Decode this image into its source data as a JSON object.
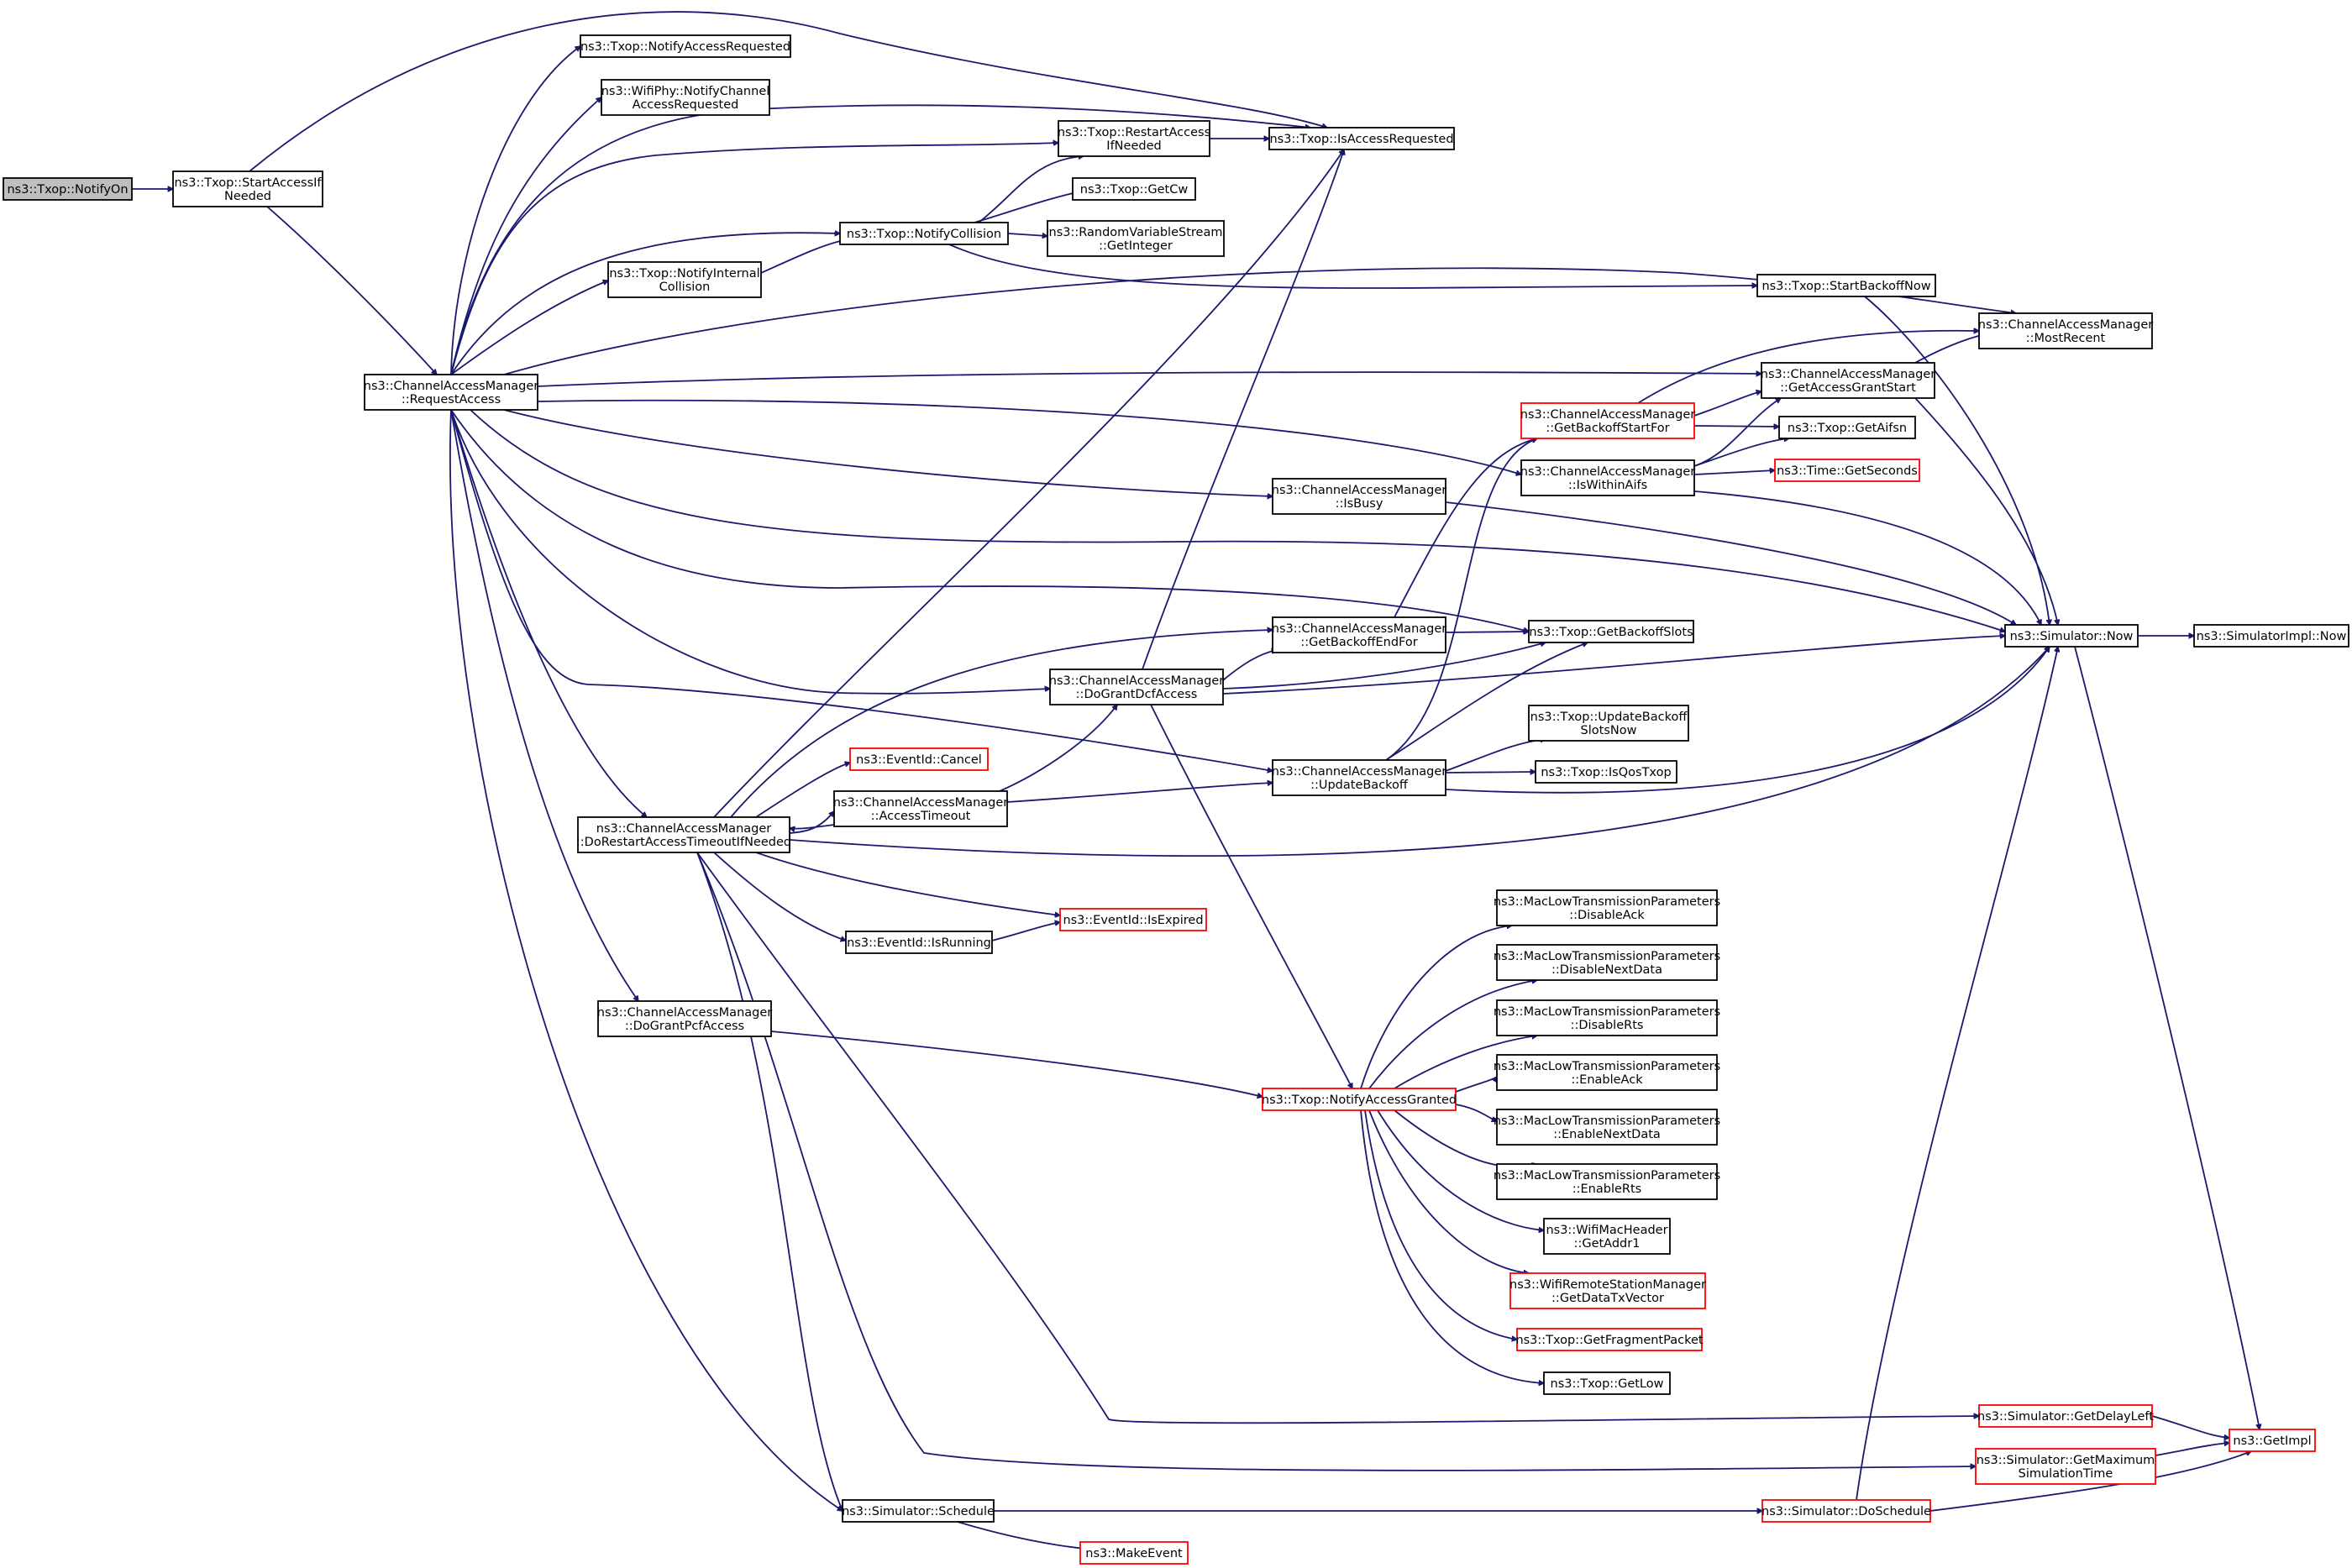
{
  "graph": {
    "edge_color": "#191970",
    "node_border": "#000000",
    "truncated_border": "#ff0000",
    "root_fill": "#bfbfbf",
    "nodes": [
      {
        "id": "notifyOn",
        "lines": [
          "ns3::Txop::NotifyOn"
        ],
        "style": "root"
      },
      {
        "id": "startAccessIfNeeded",
        "lines": [
          "ns3::Txop::StartAccessIf",
          "Needed"
        ],
        "style": "normal"
      },
      {
        "id": "requestAccess",
        "lines": [
          "ns3::ChannelAccessManager",
          "::RequestAccess"
        ],
        "style": "normal"
      },
      {
        "id": "notifyAccessRequested",
        "lines": [
          "ns3::Txop::NotifyAccessRequested"
        ],
        "style": "normal"
      },
      {
        "id": "wifiPhyNotify",
        "lines": [
          "ns3::WifiPhy::NotifyChannel",
          "AccessRequested"
        ],
        "style": "normal"
      },
      {
        "id": "restartAccessIfNeeded",
        "lines": [
          "ns3::Txop::RestartAccess",
          "IfNeeded"
        ],
        "style": "normal"
      },
      {
        "id": "isAccessRequested",
        "lines": [
          "ns3::Txop::IsAccessRequested"
        ],
        "style": "normal"
      },
      {
        "id": "getCw",
        "lines": [
          "ns3::Txop::GetCw"
        ],
        "style": "normal"
      },
      {
        "id": "notifyCollision",
        "lines": [
          "ns3::Txop::NotifyCollision"
        ],
        "style": "normal"
      },
      {
        "id": "getInteger",
        "lines": [
          "ns3::RandomVariableStream",
          "::GetInteger"
        ],
        "style": "normal"
      },
      {
        "id": "notifyInternalCollision",
        "lines": [
          "ns3::Txop::NotifyInternal",
          "Collision"
        ],
        "style": "normal"
      },
      {
        "id": "startBackoffNow",
        "lines": [
          "ns3::Txop::StartBackoffNow"
        ],
        "style": "normal"
      },
      {
        "id": "mostRecent",
        "lines": [
          "ns3::ChannelAccessManager",
          "::MostRecent"
        ],
        "style": "normal"
      },
      {
        "id": "getAccessGrantStart",
        "lines": [
          "ns3::ChannelAccessManager",
          "::GetAccessGrantStart"
        ],
        "style": "normal"
      },
      {
        "id": "getBackoffStartFor",
        "lines": [
          "ns3::ChannelAccessManager",
          "::GetBackoffStartFor"
        ],
        "style": "truncated"
      },
      {
        "id": "getAifsn",
        "lines": [
          "ns3::Txop::GetAifsn"
        ],
        "style": "normal"
      },
      {
        "id": "isWithinAifs",
        "lines": [
          "ns3::ChannelAccessManager",
          "::IsWithinAifs"
        ],
        "style": "normal"
      },
      {
        "id": "timeGetSeconds",
        "lines": [
          "ns3::Time::GetSeconds"
        ],
        "style": "truncated"
      },
      {
        "id": "isBusy",
        "lines": [
          "ns3::ChannelAccessManager",
          "::IsBusy"
        ],
        "style": "normal"
      },
      {
        "id": "simulatorNow",
        "lines": [
          "ns3::Simulator::Now"
        ],
        "style": "normal"
      },
      {
        "id": "simulatorImplNow",
        "lines": [
          "ns3::SimulatorImpl::Now"
        ],
        "style": "normal"
      },
      {
        "id": "getBackoffEndFor",
        "lines": [
          "ns3::ChannelAccessManager",
          "::GetBackoffEndFor"
        ],
        "style": "normal"
      },
      {
        "id": "getBackoffSlots",
        "lines": [
          "ns3::Txop::GetBackoffSlots"
        ],
        "style": "normal"
      },
      {
        "id": "doGrantDcfAccess",
        "lines": [
          "ns3::ChannelAccessManager",
          "::DoGrantDcfAccess"
        ],
        "style": "normal"
      },
      {
        "id": "updateBackoffSlotsNow",
        "lines": [
          "ns3::Txop::UpdateBackoff",
          "SlotsNow"
        ],
        "style": "normal"
      },
      {
        "id": "eventIdCancel",
        "lines": [
          "ns3::EventId::Cancel"
        ],
        "style": "truncated"
      },
      {
        "id": "updateBackoff",
        "lines": [
          "ns3::ChannelAccessManager",
          "::UpdateBackoff"
        ],
        "style": "normal"
      },
      {
        "id": "isQosTxop",
        "lines": [
          "ns3::Txop::IsQosTxop"
        ],
        "style": "normal"
      },
      {
        "id": "accessTimeout",
        "lines": [
          "ns3::ChannelAccessManager",
          "::AccessTimeout"
        ],
        "style": "normal"
      },
      {
        "id": "doRestartAccessTimeout",
        "lines": [
          "ns3::ChannelAccessManager",
          "::DoRestartAccessTimeoutIfNeeded"
        ],
        "style": "normal"
      },
      {
        "id": "eventIdIsExpired",
        "lines": [
          "ns3::EventId::IsExpired"
        ],
        "style": "truncated"
      },
      {
        "id": "eventIdIsRunning",
        "lines": [
          "ns3::EventId::IsRunning"
        ],
        "style": "normal"
      },
      {
        "id": "disableAck",
        "lines": [
          "ns3::MacLowTransmissionParameters",
          "::DisableAck"
        ],
        "style": "normal"
      },
      {
        "id": "disableNextData",
        "lines": [
          "ns3::MacLowTransmissionParameters",
          "::DisableNextData"
        ],
        "style": "normal"
      },
      {
        "id": "doGrantPcfAccess",
        "lines": [
          "ns3::ChannelAccessManager",
          "::DoGrantPcfAccess"
        ],
        "style": "normal"
      },
      {
        "id": "disableRts",
        "lines": [
          "ns3::MacLowTransmissionParameters",
          "::DisableRts"
        ],
        "style": "normal"
      },
      {
        "id": "enableAck",
        "lines": [
          "ns3::MacLowTransmissionParameters",
          "::EnableAck"
        ],
        "style": "normal"
      },
      {
        "id": "notifyAccessGranted",
        "lines": [
          "ns3::Txop::NotifyAccessGranted"
        ],
        "style": "truncated"
      },
      {
        "id": "enableNextData",
        "lines": [
          "ns3::MacLowTransmissionParameters",
          "::EnableNextData"
        ],
        "style": "normal"
      },
      {
        "id": "enableRts",
        "lines": [
          "ns3::MacLowTransmissionParameters",
          "::EnableRts"
        ],
        "style": "normal"
      },
      {
        "id": "getAddr1",
        "lines": [
          "ns3::WifiMacHeader",
          "::GetAddr1"
        ],
        "style": "normal"
      },
      {
        "id": "getDataTxVector",
        "lines": [
          "ns3::WifiRemoteStationManager",
          "::GetDataTxVector"
        ],
        "style": "truncated"
      },
      {
        "id": "getFragmentPacket",
        "lines": [
          "ns3::Txop::GetFragmentPacket"
        ],
        "style": "truncated"
      },
      {
        "id": "getLow",
        "lines": [
          "ns3::Txop::GetLow"
        ],
        "style": "normal"
      },
      {
        "id": "getDelayLeft",
        "lines": [
          "ns3::Simulator::GetDelayLeft"
        ],
        "style": "truncated"
      },
      {
        "id": "getImpl",
        "lines": [
          "ns3::GetImpl"
        ],
        "style": "truncated"
      },
      {
        "id": "getMaximumSimulationTime",
        "lines": [
          "ns3::Simulator::GetMaximum",
          "SimulationTime"
        ],
        "style": "truncated"
      },
      {
        "id": "simulatorSchedule",
        "lines": [
          "ns3::Simulator::Schedule"
        ],
        "style": "normal"
      },
      {
        "id": "doSchedule",
        "lines": [
          "ns3::Simulator::DoSchedule"
        ],
        "style": "truncated"
      },
      {
        "id": "makeEvent",
        "lines": [
          "ns3::MakeEvent"
        ],
        "style": "truncated"
      }
    ],
    "edges": [
      {
        "from": "notifyOn",
        "to": "startAccessIfNeeded"
      },
      {
        "from": "startAccessIfNeeded",
        "to": "isAccessRequested"
      },
      {
        "from": "startAccessIfNeeded",
        "to": "requestAccess"
      },
      {
        "from": "requestAccess",
        "to": "notifyAccessRequested"
      },
      {
        "from": "requestAccess",
        "to": "wifiPhyNotify"
      },
      {
        "from": "requestAccess",
        "to": "isAccessRequested"
      },
      {
        "from": "requestAccess",
        "to": "restartAccessIfNeeded"
      },
      {
        "from": "requestAccess",
        "to": "notifyCollision"
      },
      {
        "from": "requestAccess",
        "to": "notifyInternalCollision"
      },
      {
        "from": "requestAccess",
        "to": "mostRecent"
      },
      {
        "from": "requestAccess",
        "to": "getAccessGrantStart"
      },
      {
        "from": "requestAccess",
        "to": "isWithinAifs"
      },
      {
        "from": "requestAccess",
        "to": "isBusy"
      },
      {
        "from": "requestAccess",
        "to": "simulatorNow"
      },
      {
        "from": "requestAccess",
        "to": "getBackoffSlots"
      },
      {
        "from": "requestAccess",
        "to": "doGrantDcfAccess"
      },
      {
        "from": "requestAccess",
        "to": "updateBackoff"
      },
      {
        "from": "requestAccess",
        "to": "doRestartAccessTimeout"
      },
      {
        "from": "requestAccess",
        "to": "doGrantPcfAccess"
      },
      {
        "from": "requestAccess",
        "to": "simulatorSchedule"
      },
      {
        "from": "restartAccessIfNeeded",
        "to": "isAccessRequested"
      },
      {
        "from": "notifyCollision",
        "to": "restartAccessIfNeeded"
      },
      {
        "from": "notifyCollision",
        "to": "getCw"
      },
      {
        "from": "notifyCollision",
        "to": "getInteger"
      },
      {
        "from": "notifyCollision",
        "to": "startBackoffNow"
      },
      {
        "from": "notifyInternalCollision",
        "to": "notifyCollision"
      },
      {
        "from": "startBackoffNow",
        "to": "simulatorNow"
      },
      {
        "from": "getAccessGrantStart",
        "to": "mostRecent"
      },
      {
        "from": "getAccessGrantStart",
        "to": "simulatorNow"
      },
      {
        "from": "getBackoffStartFor",
        "to": "getAccessGrantStart"
      },
      {
        "from": "getBackoffStartFor",
        "to": "mostRecent"
      },
      {
        "from": "getBackoffStartFor",
        "to": "getAifsn"
      },
      {
        "from": "isWithinAifs",
        "to": "getAccessGrantStart"
      },
      {
        "from": "isWithinAifs",
        "to": "getAifsn"
      },
      {
        "from": "isWithinAifs",
        "to": "timeGetSeconds"
      },
      {
        "from": "isWithinAifs",
        "to": "simulatorNow"
      },
      {
        "from": "isBusy",
        "to": "simulatorNow"
      },
      {
        "from": "simulatorNow",
        "to": "simulatorImplNow"
      },
      {
        "from": "simulatorNow",
        "to": "getImpl"
      },
      {
        "from": "getBackoffEndFor",
        "to": "getBackoffStartFor"
      },
      {
        "from": "getBackoffEndFor",
        "to": "getBackoffSlots"
      },
      {
        "from": "doGrantDcfAccess",
        "to": "isAccessRequested"
      },
      {
        "from": "doGrantDcfAccess",
        "to": "getBackoffEndFor"
      },
      {
        "from": "doGrantDcfAccess",
        "to": "getBackoffSlots"
      },
      {
        "from": "doGrantDcfAccess",
        "to": "simulatorNow"
      },
      {
        "from": "doGrantDcfAccess",
        "to": "notifyAccessGranted"
      },
      {
        "from": "updateBackoff",
        "to": "getBackoffStartFor"
      },
      {
        "from": "updateBackoff",
        "to": "getBackoffSlots"
      },
      {
        "from": "updateBackoff",
        "to": "updateBackoffSlotsNow"
      },
      {
        "from": "updateBackoff",
        "to": "isQosTxop"
      },
      {
        "from": "updateBackoff",
        "to": "simulatorNow"
      },
      {
        "from": "accessTimeout",
        "to": "doGrantDcfAccess"
      },
      {
        "from": "accessTimeout",
        "to": "updateBackoff"
      },
      {
        "from": "accessTimeout",
        "to": "doRestartAccessTimeout"
      },
      {
        "from": "doRestartAccessTimeout",
        "to": "isAccessRequested"
      },
      {
        "from": "doRestartAccessTimeout",
        "to": "getBackoffEndFor"
      },
      {
        "from": "doRestartAccessTimeout",
        "to": "eventIdCancel"
      },
      {
        "from": "doRestartAccessTimeout",
        "to": "accessTimeout"
      },
      {
        "from": "doRestartAccessTimeout",
        "to": "simulatorNow"
      },
      {
        "from": "doRestartAccessTimeout",
        "to": "eventIdIsExpired"
      },
      {
        "from": "doRestartAccessTimeout",
        "to": "eventIdIsRunning"
      },
      {
        "from": "doRestartAccessTimeout",
        "to": "getDelayLeft"
      },
      {
        "from": "doRestartAccessTimeout",
        "to": "getMaximumSimulationTime"
      },
      {
        "from": "doRestartAccessTimeout",
        "to": "simulatorSchedule"
      },
      {
        "from": "eventIdIsRunning",
        "to": "eventIdIsExpired"
      },
      {
        "from": "doGrantPcfAccess",
        "to": "notifyAccessGranted"
      },
      {
        "from": "notifyAccessGranted",
        "to": "disableAck"
      },
      {
        "from": "notifyAccessGranted",
        "to": "disableNextData"
      },
      {
        "from": "notifyAccessGranted",
        "to": "disableRts"
      },
      {
        "from": "notifyAccessGranted",
        "to": "enableAck"
      },
      {
        "from": "notifyAccessGranted",
        "to": "enableNextData"
      },
      {
        "from": "notifyAccessGranted",
        "to": "enableRts"
      },
      {
        "from": "notifyAccessGranted",
        "to": "getAddr1"
      },
      {
        "from": "notifyAccessGranted",
        "to": "getDataTxVector"
      },
      {
        "from": "notifyAccessGranted",
        "to": "getFragmentPacket"
      },
      {
        "from": "notifyAccessGranted",
        "to": "getLow"
      },
      {
        "from": "getDelayLeft",
        "to": "getImpl"
      },
      {
        "from": "getMaximumSimulationTime",
        "to": "getImpl"
      },
      {
        "from": "simulatorSchedule",
        "to": "doSchedule"
      },
      {
        "from": "simulatorSchedule",
        "to": "makeEvent"
      },
      {
        "from": "doSchedule",
        "to": "getImpl"
      },
      {
        "from": "doSchedule",
        "to": "simulatorNow"
      }
    ]
  }
}
